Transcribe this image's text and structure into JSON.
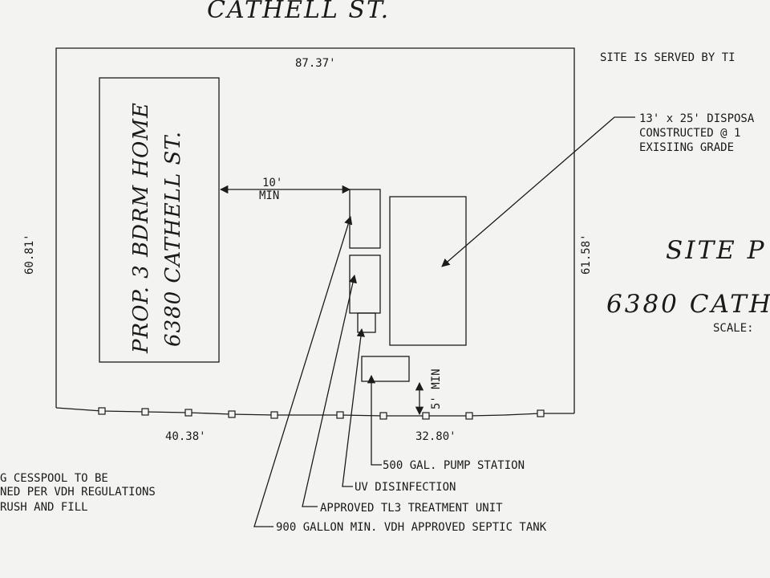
{
  "street_top": "CATHELL ST.",
  "dims": {
    "top": "87.37'",
    "left": "60.81'",
    "right": "61.58'",
    "bottom_left": "40.38'",
    "bottom_right": "32.80'",
    "setback_value": "10'",
    "setback_unit": "MIN",
    "pump_clearance": "5' MIN"
  },
  "house": {
    "line1": "PROP. 3 BDRM HOME",
    "line2": "6380 CATHELL ST."
  },
  "notes": {
    "served": "SITE IS SERVED BY TI",
    "disposal_1": "13' x 25' DISPOSA",
    "disposal_2": "CONSTRUCTED @ 1",
    "disposal_3": "EXISIING GRADE"
  },
  "title": {
    "line1": "SITE P",
    "line2": "6380 CATH",
    "scale": "SCALE:"
  },
  "cesspool": {
    "line1": "G CESSPOOL TO BE",
    "line2": "NED PER VDH REGULATIONS",
    "line3": "RUSH AND FILL"
  },
  "callouts": {
    "pump": "500 GAL. PUMP STATION",
    "uv": "UV DISINFECTION",
    "tl3": "APPROVED TL3 TREATMENT UNIT",
    "septic": "900 GALLON MIN. VDH APPROVED SEPTIC TANK"
  }
}
